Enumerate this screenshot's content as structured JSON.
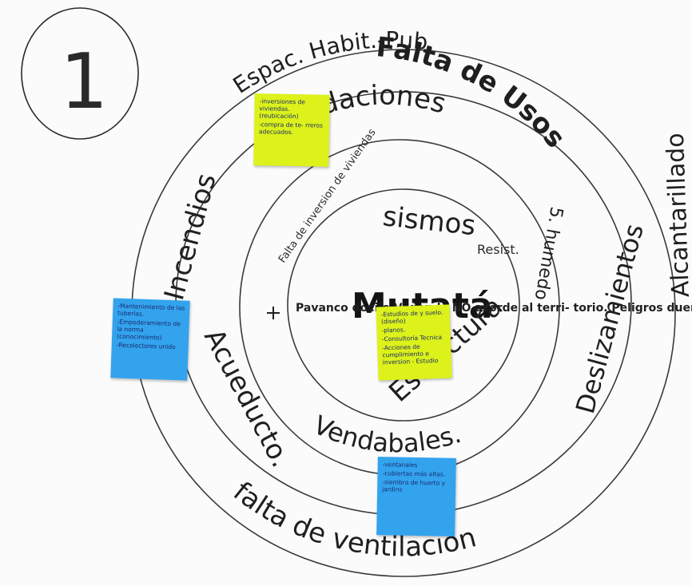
{
  "sheet_number": "1",
  "center_label": "Mutatá",
  "rings": {
    "ring1": {
      "left": "Pavanco dociio Vivienda NO acorde al terri- torio. Peligros dueños",
      "right": "Resist.",
      "bottom": "Estructura"
    },
    "ring2": {
      "top": "Inundaciones",
      "sismos": "sismos",
      "note": "Falta de inversion de viviendas",
      "right": "5. humedo",
      "bottom": "Vendabales."
    },
    "ring3": {
      "top": "Espac. Habit.-Pub.",
      "top2": "Falta de Usos",
      "left": "Incendios",
      "right": "Deslizamientos",
      "bottom_left": "Acueducto."
    },
    "ring4": {
      "right": "Alcantarillado",
      "bottom": "falta de ventilación"
    }
  },
  "sticky_notes": [
    {
      "color": "yellow",
      "lines": [
        "-inversiones de viviendas. (reubicación)",
        "-compra de te- rreros adecuados."
      ]
    },
    {
      "color": "blue",
      "lines": [
        "-Mantenimiento de las tuberías.",
        "-Empoderamiento de la norma (conocimiento)",
        "-Recolectores unido"
      ]
    },
    {
      "color": "yellow",
      "lines": [
        "-Estudios de y suelo. (diseño)",
        "-planos.",
        "-Consultoría Tecnica",
        "-Acciones de cumplimiento e inversion - Estudio"
      ]
    },
    {
      "color": "blue",
      "lines": [
        "-ventanales",
        "-cubiertas más altas.",
        "-siembra de huerto y jardins"
      ]
    }
  ]
}
